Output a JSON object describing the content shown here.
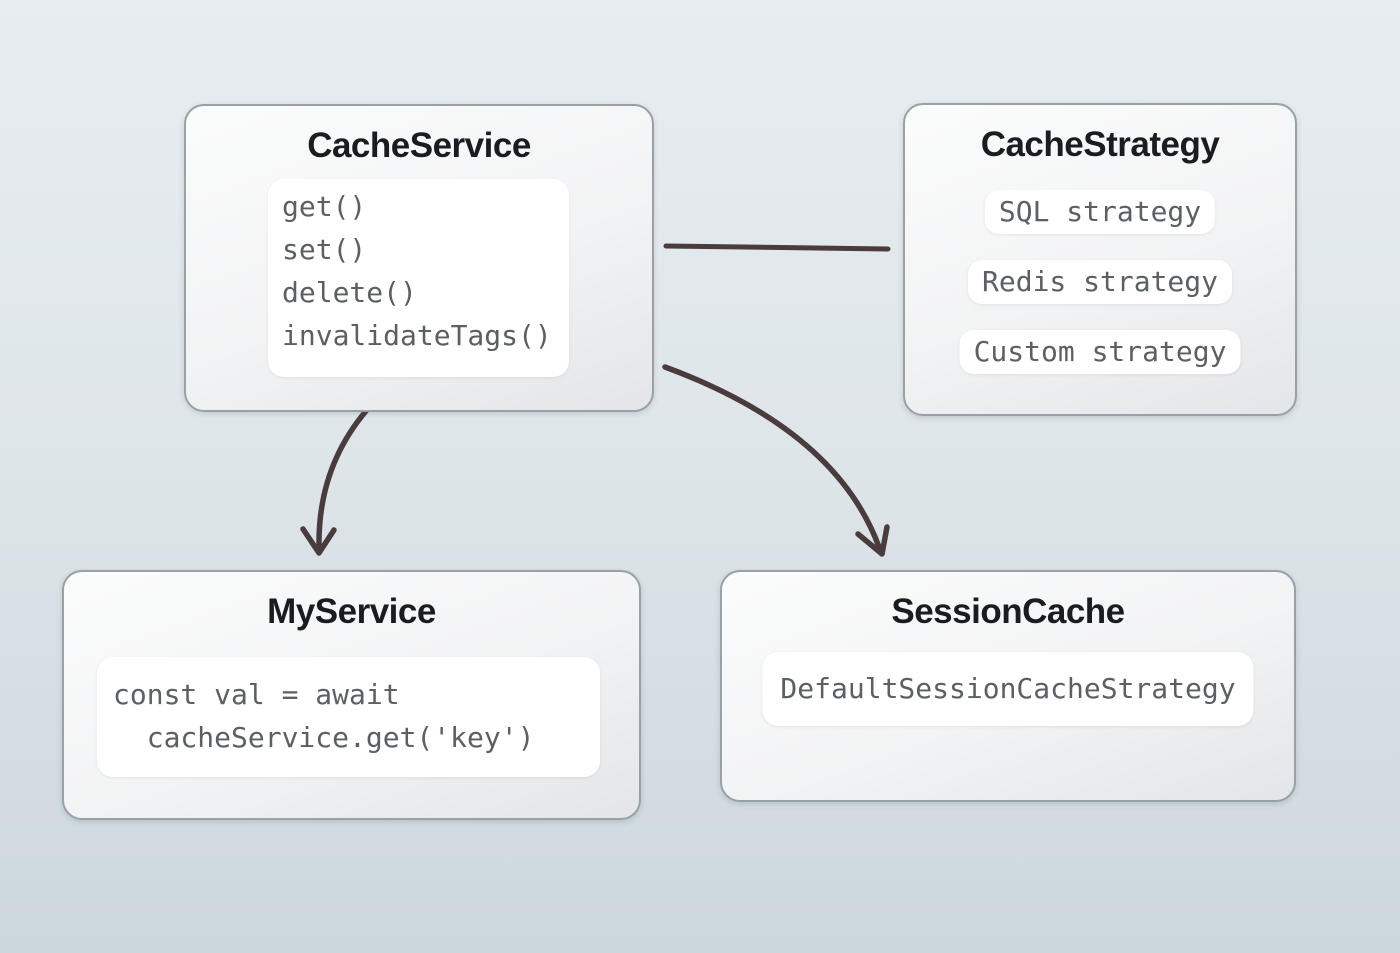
{
  "diagram": {
    "nodes": {
      "cache_service": {
        "title": "CacheService",
        "methods": [
          "get()",
          "set()",
          "delete()",
          "invalidateTags()"
        ]
      },
      "cache_strategy": {
        "title": "CacheStrategy",
        "strategies": [
          "SQL strategy",
          "Redis strategy",
          "Custom strategy"
        ]
      },
      "my_service": {
        "title": "MyService",
        "code": [
          "const val = await",
          "  cacheService.get('key')"
        ]
      },
      "session_cache": {
        "title": "SessionCache",
        "strategy": "DefaultSessionCacheStrategy"
      }
    },
    "edges": [
      {
        "from": "CacheService",
        "to": "CacheStrategy",
        "type": "plain-line"
      },
      {
        "from": "CacheService",
        "to": "MyService",
        "type": "curved-arrow"
      },
      {
        "from": "CacheService",
        "to": "SessionCache",
        "type": "curved-arrow"
      }
    ],
    "colors": {
      "arrow": "#4a3c3c",
      "title_text": "#1b1c22",
      "code_text": "#5b6064",
      "node_border": "#98a1a6",
      "background_top": "#e7edf0",
      "background_bottom": "#ccd7dd"
    }
  }
}
